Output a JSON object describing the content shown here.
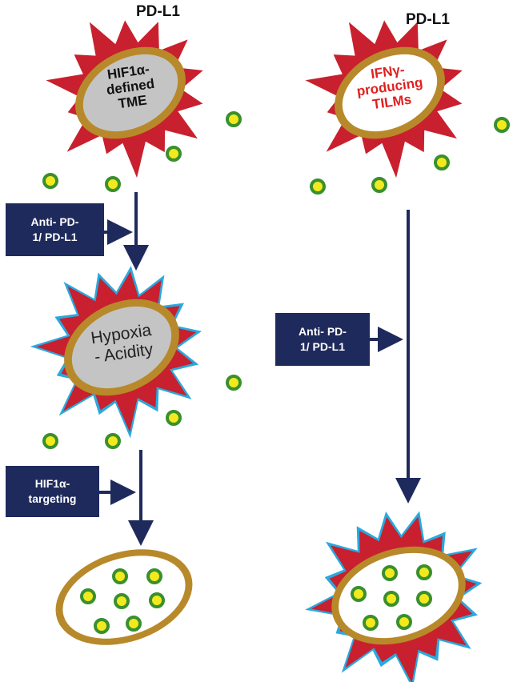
{
  "labels": {
    "left_top": "PD-L1",
    "right_top": "PD-L1"
  },
  "cells": {
    "left_top": "HIF1α-\ndefined\nTME",
    "right_top": "IFNγ-\nproducing\nTILMs",
    "left_middle": "Hypoxia\n- Acidity"
  },
  "boxes": {
    "left_antipd1": "Anti- PD-\n1/ PD-L1",
    "right_antipd1": "Anti- PD-\n1/ PD-L1",
    "hif1a_targeting": "HIF1α-\ntargeting"
  },
  "colors": {
    "spike_red": "#c8202e",
    "spike_blue": "#29a9de",
    "membrane_gold": "#b8892a",
    "nucleus_gray": "#c4c4c4",
    "dot_yellow": "#f2ea1d",
    "dot_green": "#3a8f2e",
    "arrow_navy": "#1f2a5c",
    "red_text": "#e02020"
  }
}
